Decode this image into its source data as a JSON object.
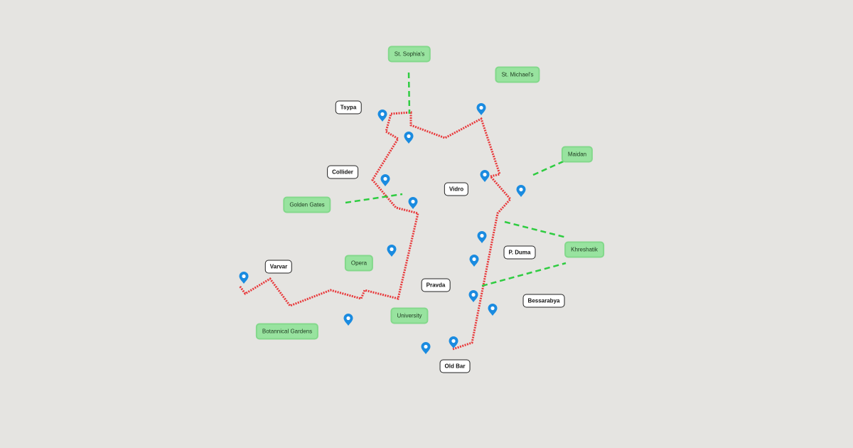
{
  "map": {
    "venue_labels": [
      {
        "id": "tsypa",
        "text": "Tsypa"
      },
      {
        "id": "collider",
        "text": "Collider"
      },
      {
        "id": "vidro",
        "text": "Vidro"
      },
      {
        "id": "varvar",
        "text": "Varvar"
      },
      {
        "id": "p-duma",
        "text": "P. Duma"
      },
      {
        "id": "pravda",
        "text": "Pravda"
      },
      {
        "id": "bessarabya",
        "text": "Bessarabya"
      },
      {
        "id": "old-bar",
        "text": "Old Bar"
      }
    ],
    "landmark_labels": [
      {
        "id": "st-sophias",
        "text": "St. Sophia's"
      },
      {
        "id": "st-michaels",
        "text": "St. Michael's"
      },
      {
        "id": "maidan",
        "text": "Maidan"
      },
      {
        "id": "golden-gates",
        "text": "Golden Gates"
      },
      {
        "id": "opera",
        "text": "Opera"
      },
      {
        "id": "khreshatik",
        "text": "Khreshatik"
      },
      {
        "id": "university",
        "text": "University"
      },
      {
        "id": "botannical-gardens",
        "text": "Botannical Gardens"
      }
    ],
    "colors": {
      "route": "#e8383a",
      "connector": "#2ecc40",
      "pin": "#1a8be0",
      "background": "#e5e4e1"
    }
  }
}
